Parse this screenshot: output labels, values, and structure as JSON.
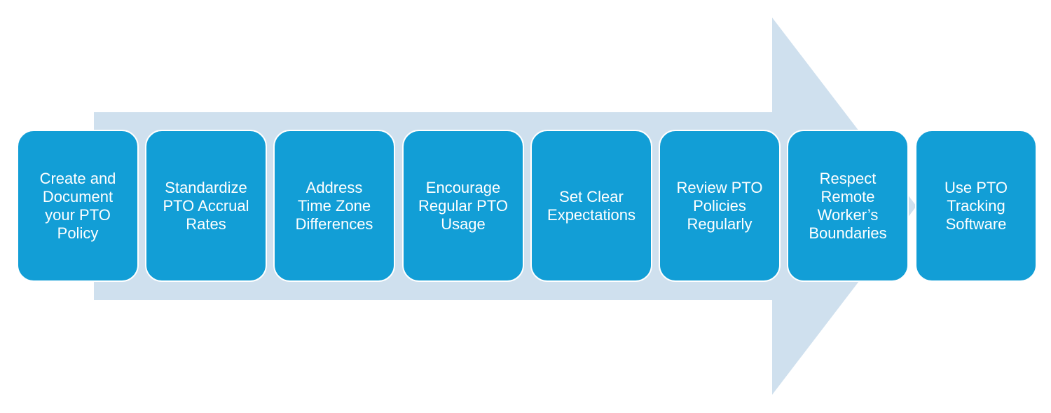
{
  "diagram": {
    "type": "process-arrow",
    "colors": {
      "arrow": "#cfe0ee",
      "box": "#129ed6",
      "text": "#ffffff",
      "box_border": "#ffffff"
    },
    "steps": [
      {
        "label": "Create and\nDocument\nyour PTO\nPolicy"
      },
      {
        "label": "Standardize\nPTO Accrual\nRates"
      },
      {
        "label": "Address\nTime Zone\nDifferences"
      },
      {
        "label": "Encourage\nRegular PTO\nUsage"
      },
      {
        "label": "Set Clear\nExpectations"
      },
      {
        "label": "Review PTO\nPolicies\nRegularly"
      },
      {
        "label": "Respect\nRemote\nWorker’s\nBoundaries"
      },
      {
        "label": "Use PTO\nTracking\nSoftware"
      }
    ]
  }
}
